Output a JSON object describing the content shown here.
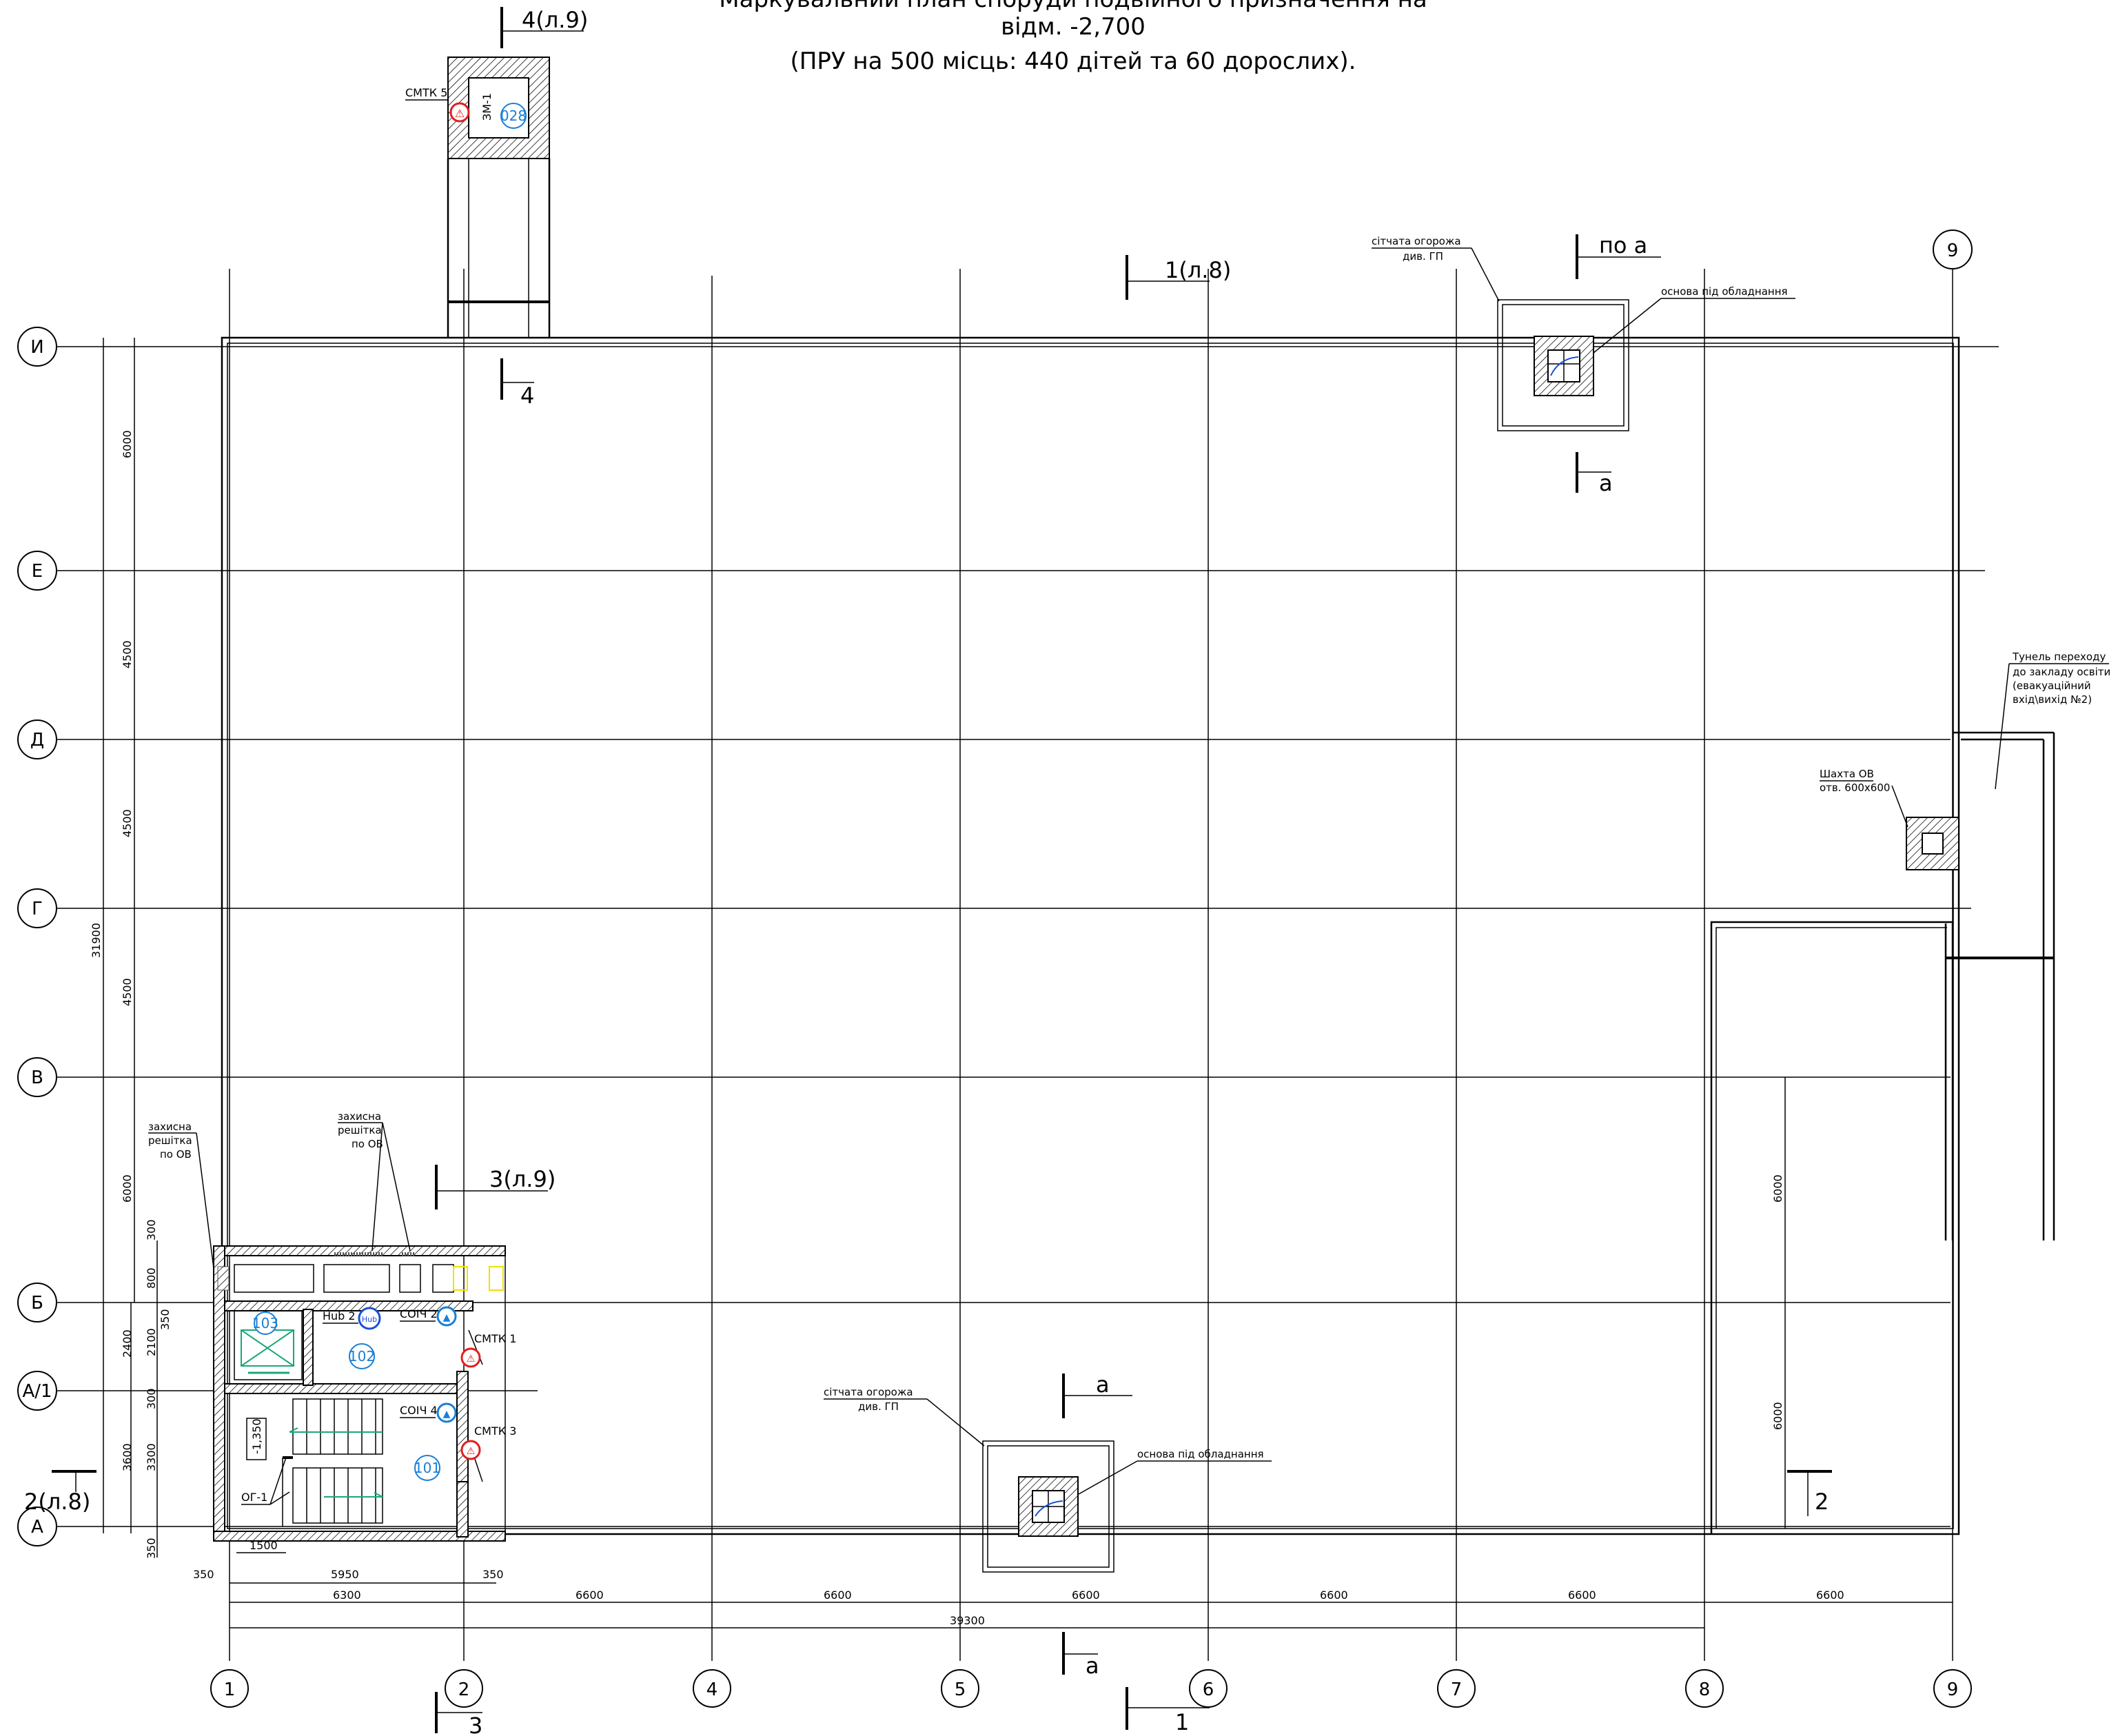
{
  "title": {
    "line1": "Маркувальний план споруди подвійного призначення на",
    "line2": "відм. -2,700",
    "line3": "(ПРУ на 500 місць: 440 дітей та 60 дорослих)."
  },
  "axes_vertical": [
    "1",
    "2",
    "4",
    "5",
    "6",
    "7",
    "8",
    "9"
  ],
  "axes_horizontal": [
    "И",
    "Е",
    "Д",
    "Г",
    "В",
    "Б",
    "А/1",
    "А"
  ],
  "dimensions_left": [
    "6000",
    "4500",
    "4500",
    "4500",
    "6000",
    "300",
    "800",
    "2400",
    "2100",
    "350",
    "300",
    "3600",
    "3300",
    "350",
    "31900"
  ],
  "dimensions_bottom": [
    "350",
    "5950",
    "350",
    "6300",
    "6600",
    "6600",
    "6600",
    "6600",
    "6600",
    "6600",
    "39300",
    "1500"
  ],
  "dimensions_right": [
    "6000",
    "6000"
  ],
  "sections": {
    "s4_top": "4(л.9)",
    "s4_bottom": "4",
    "s1_top": "1(л.8)",
    "s1_bottom": "1",
    "s3_top": "3(л.9)",
    "s3_bottom": "3",
    "s2_left": "2(л.8)",
    "s2_right": "2",
    "a_top": "по а",
    "a_mid": "а",
    "a_low_top": "а",
    "a_low_bottom": "а"
  },
  "notes": {
    "fence_top": "сітчата огорожа",
    "fence_top_sub": "див. ГП",
    "base_top": "основа під обладнання",
    "fence_bottom": "сітчата огорожа",
    "fence_bottom_sub": "див. ГП",
    "base_bottom": "основа під обладнання",
    "tunnel": [
      "Тунель переходу",
      "до закладу освіти",
      "(евакуаційний",
      "вхід\\вихід №2)"
    ],
    "shaft": [
      "Шахта ОВ",
      "отв. 600х600"
    ],
    "grille_left": [
      "захисна",
      "решітка",
      "по ОВ"
    ],
    "grille_mid": [
      "захисна",
      "решітка",
      "по ОВ"
    ],
    "og": "ОГ-1",
    "level": "-1,350"
  },
  "equipment": {
    "smtk5": "СМТК 5",
    "zm": "ЗМ-1",
    "smtk1": "СМТК 1",
    "smtk3": "СМТК 3",
    "soich2": "СОІЧ 2",
    "soich4": "СОІЧ 4",
    "hub2": "Hub 2",
    "hub_icon": "Hub"
  },
  "rooms": [
    "028",
    "103",
    "102",
    "101"
  ],
  "colors": {
    "line": "#000000",
    "room": "#1a7fd6",
    "alarm": "#e02020",
    "sensor": "#1a7fd6",
    "stair": "#1aa87a",
    "highlight": "#f0e000"
  }
}
